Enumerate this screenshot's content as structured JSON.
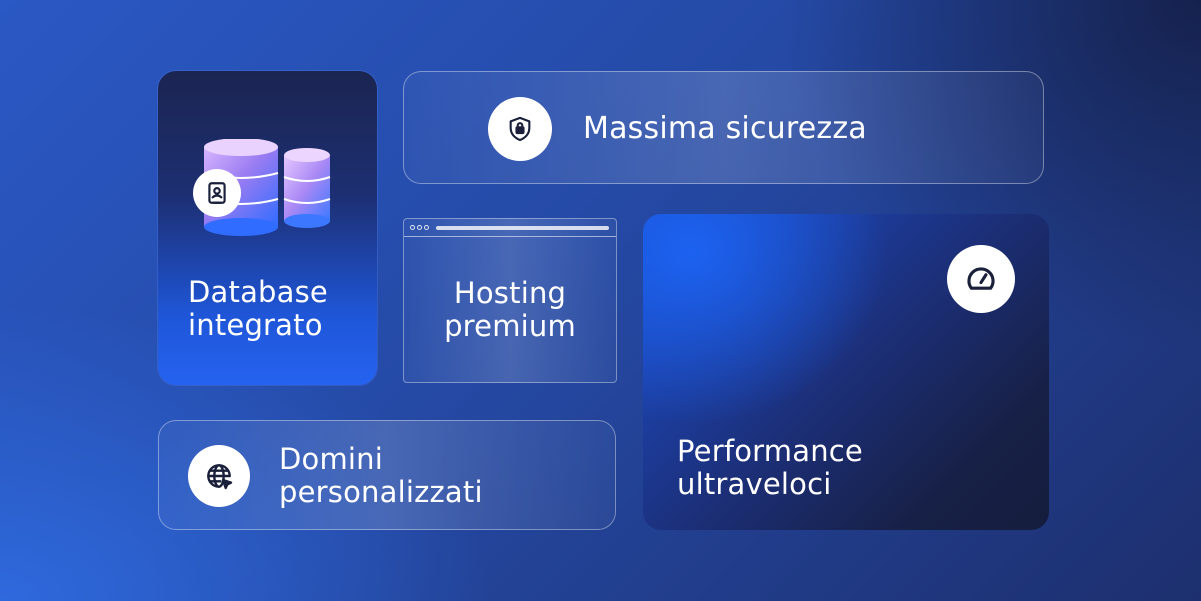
{
  "colors": {
    "background_start": "#2a58c4",
    "background_end": "#1d2f6e",
    "accent_blue": "#2563f0",
    "icon_dark": "#1a1f3a",
    "db_gradient_top": "#c8a8f0",
    "db_gradient_bottom": "#3a7bff"
  },
  "cards": {
    "database": {
      "label_line1": "Database",
      "label_line2": "integrato",
      "icon": "database-stack-icon",
      "badge_icon": "contact-card-icon"
    },
    "security": {
      "label": "Massima sicurezza",
      "icon": "shield-lock-icon"
    },
    "hosting": {
      "label_line1": "Hosting",
      "label_line2": "premium",
      "icon": "browser-window-icon"
    },
    "performance": {
      "label_line1": "Performance",
      "label_line2": "ultraveloci",
      "icon": "speedometer-icon"
    },
    "domains": {
      "label_line1": "Domini",
      "label_line2": "personalizzati",
      "icon": "globe-cursor-icon"
    }
  }
}
